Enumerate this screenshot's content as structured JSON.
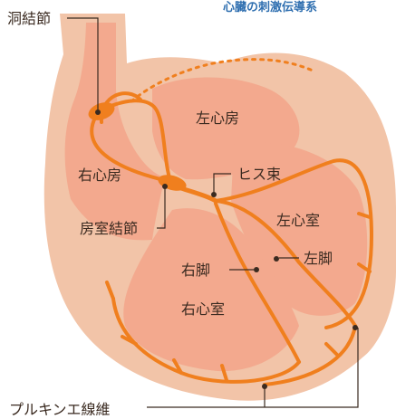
{
  "title": "心臓の刺激伝導系",
  "labels": {
    "sa_node": "洞結節",
    "right_atrium": "右心房",
    "left_atrium": "左心房",
    "av_node": "房室結節",
    "his_bundle": "ヒス束",
    "left_ventricle": "左心室",
    "left_bundle": "左脚",
    "right_bundle": "右脚",
    "right_ventricle": "右心室",
    "purkinje": "プルキンエ線維"
  },
  "colors": {
    "outer_wall": "#f2c4a8",
    "chamber": "#f3a98e",
    "inner_wall": "#f7d5c2",
    "conduction": "#f07f1e",
    "text": "#3a2a20",
    "title": "#2f6fb0"
  }
}
